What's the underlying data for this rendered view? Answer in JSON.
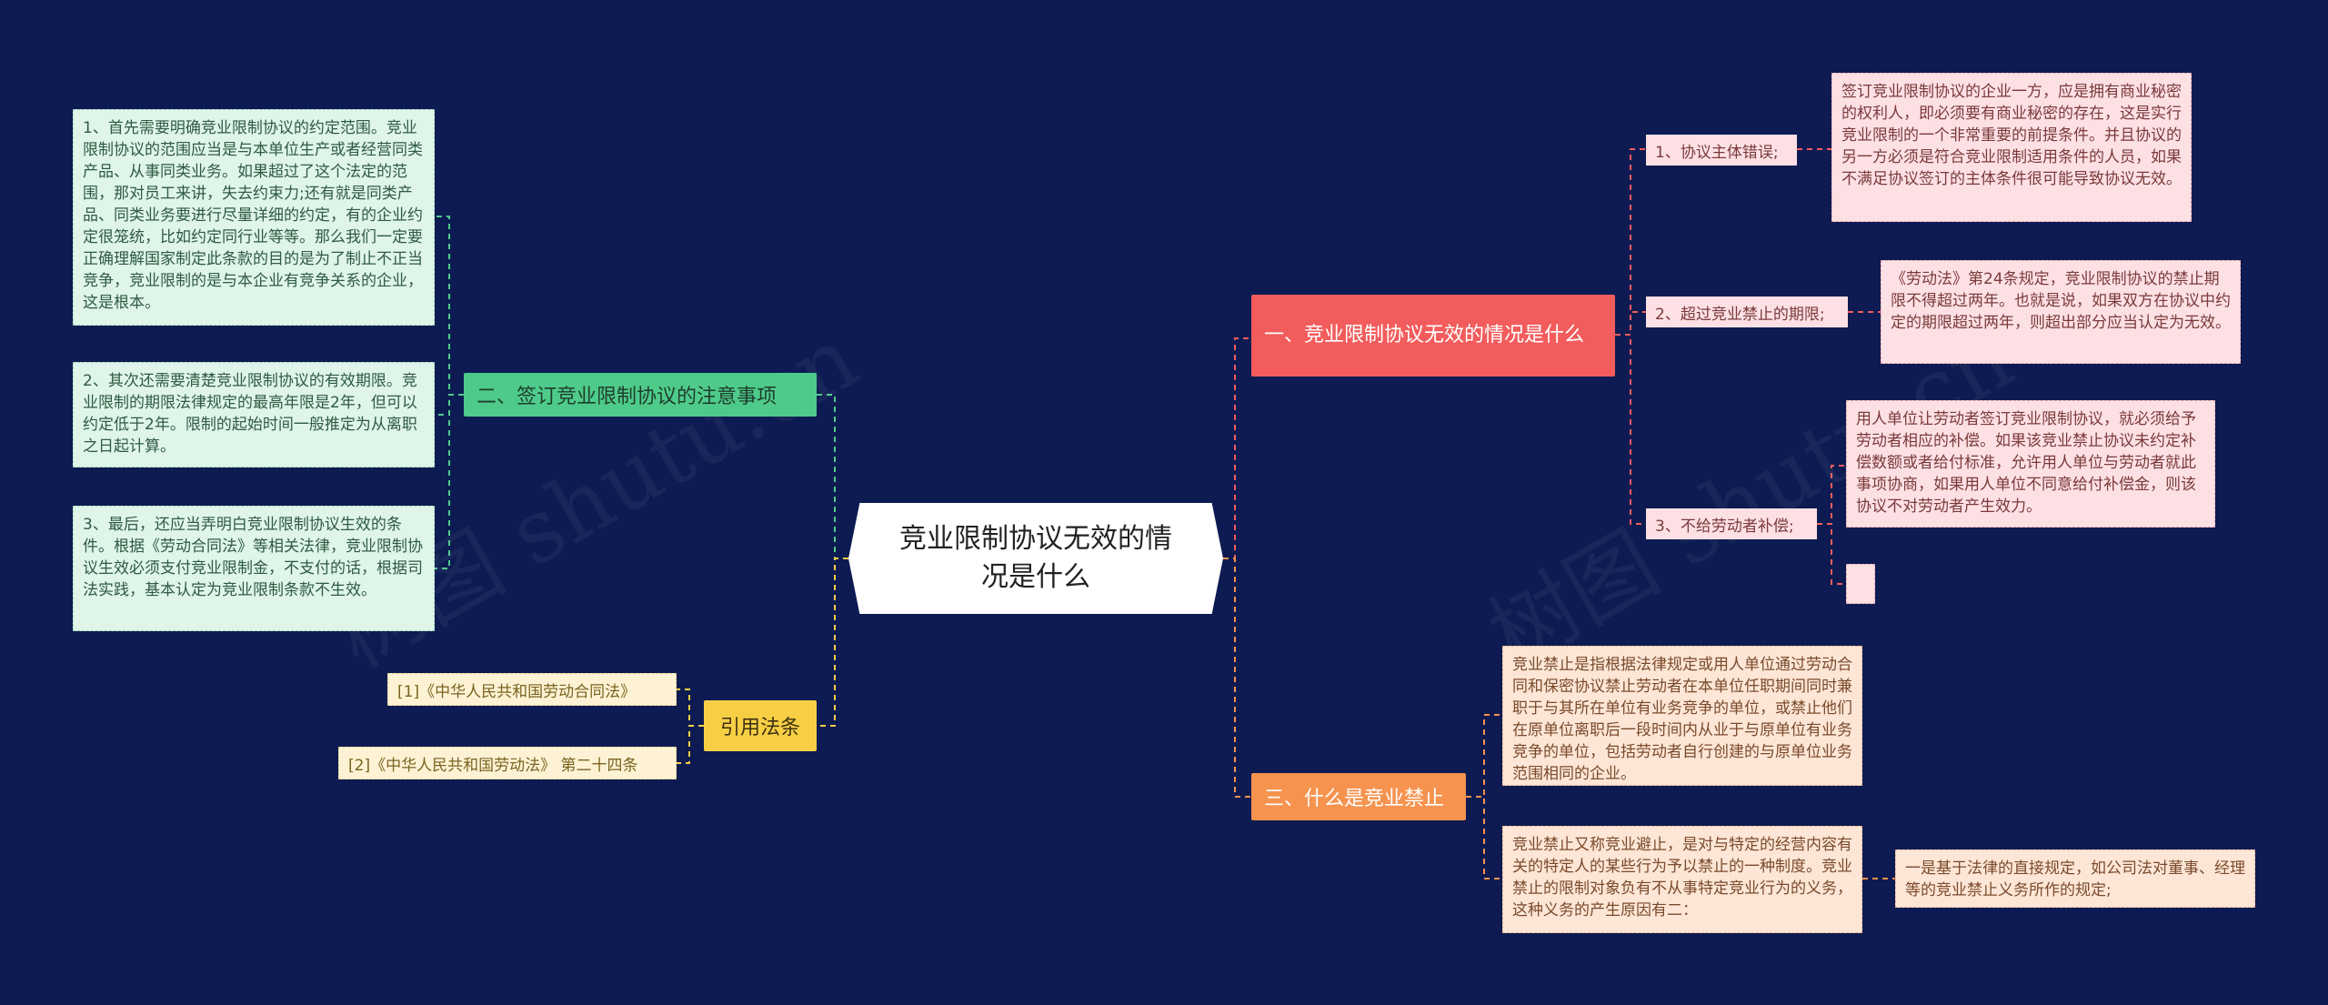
{
  "root": {
    "title": "竞业限制协议无效的情况是什么"
  },
  "watermark": {
    "text": "树图 shutu.cn"
  },
  "colors": {
    "background": "#0d1b52",
    "red": "#f25c5c",
    "orange": "#f5934f",
    "green": "#4ecb8a",
    "yellow": "#f7cf45"
  },
  "right": {
    "branch1": {
      "title": "一、竞业限制协议无效的情况是什么",
      "items": [
        {
          "label": "1、协议主体错误;",
          "detail": "签订竞业限制协议的企业一方，应是拥有商业秘密的权利人，即必须要有商业秘密的存在，这是实行竞业限制的一个非常重要的前提条件。并且协议的另一方必须是符合竞业限制适用条件的人员，如果不满足协议签订的主体条件很可能导致协议无效。"
        },
        {
          "label": "2、超过竞业禁止的期限;",
          "detail": "《劳动法》第24条规定，竞业限制协议的禁止期限不得超过两年。也就是说，如果双方在协议中约定的期限超过两年，则超出部分应当认定为无效。"
        },
        {
          "label": "3、不给劳动者补偿;",
          "detail": "用人单位让劳动者签订竞业限制协议，就必须给予劳动者相应的补偿。如果该竞业禁止协议未约定补偿数额或者给付标准，允许用人单位与劳动者就此事项协商，如果用人单位不同意给付补偿金，则该协议不对劳动者产生效力。",
          "extra": ""
        }
      ]
    },
    "branch3": {
      "title": "三、什么是竞业禁止",
      "items": [
        {
          "detail": "竞业禁止是指根据法律规定或用人单位通过劳动合同和保密协议禁止劳动者在本单位任职期间同时兼职于与其所在单位有业务竞争的单位，或禁止他们在原单位离职后一段时间内从业于与原单位有业务竞争的单位，包括劳动者自行创建的与原单位业务范围相同的企业。"
        },
        {
          "detail": "竞业禁止又称竞业避止，是对与特定的经营内容有关的特定人的某些行为予以禁止的一种制度。竞业禁止的限制对象负有不从事特定竞业行为的义务，这种义务的产生原因有二：",
          "sub": "一是基于法律的直接规定，如公司法对董事、经理等的竞业禁止义务所作的规定;"
        }
      ]
    }
  },
  "left": {
    "branch2": {
      "title": "二、签订竞业限制协议的注意事项",
      "items": [
        "1、首先需要明确竞业限制协议的约定范围。竞业限制协议的范围应当是与本单位生产或者经营同类产品、从事同类业务。如果超过了这个法定的范围，那对员工来讲，失去约束力;还有就是同类产品、同类业务要进行尽量详细的约定，有的企业约定很笼统，比如约定同行业等等。那么我们一定要正确理解国家制定此条款的目的是为了制止不正当竞争，竞业限制的是与本企业有竞争关系的企业，这是根本。",
        "2、其次还需要清楚竞业限制协议的有效期限。竞业限制的期限法律规定的最高年限是2年，但可以约定低于2年。限制的起始时间一般推定为从离职之日起计算。",
        "3、最后，还应当弄明白竞业限制协议生效的条件。根据《劳动合同法》等相关法律，竞业限制协议生效必须支付竞业限制金，不支付的话，根据司法实践，基本认定为竞业限制条款不生效。"
      ]
    },
    "citations": {
      "title": "引用法条",
      "items": [
        "[1]《中华人民共和国劳动合同法》",
        "[2]《中华人民共和国劳动法》 第二十四条"
      ]
    }
  }
}
